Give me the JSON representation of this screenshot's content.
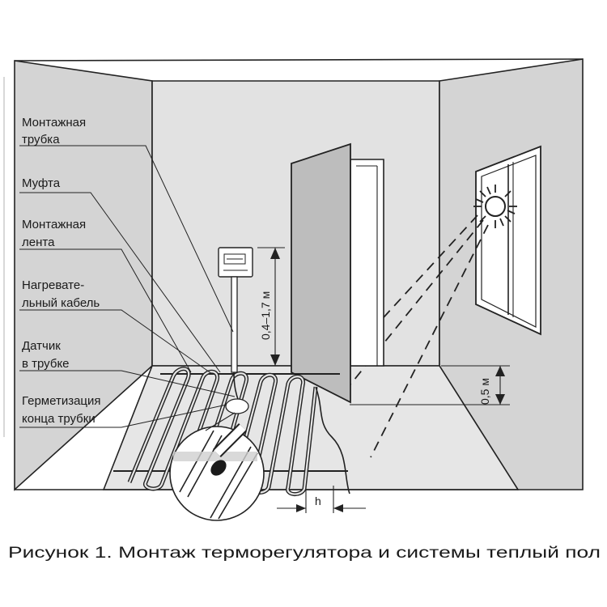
{
  "labels": {
    "mounting_tube": [
      "Монтажная",
      "трубка"
    ],
    "coupling": "Муфта",
    "mounting_tape": [
      "Монтажная",
      "лента"
    ],
    "heating_cable": [
      "Нагревате-",
      "льный кабель"
    ],
    "sensor_in_tube": [
      "Датчик",
      "в трубке"
    ],
    "tube_end_sealing": [
      "Герметизация",
      "конца трубки"
    ]
  },
  "dimensions": {
    "thermostat_height": "0,4–1,7 м",
    "window_offset": "0,5 м",
    "cable_spacing": "h"
  },
  "caption": "Рисунок 1. Монтаж терморегулятора и системы теплый пол",
  "colors": {
    "wall": "#d4d4d4",
    "back_wall": "#e2e2e2",
    "floor": "#e6e6e6",
    "door": "#bdbdbd",
    "line": "#222222"
  },
  "icons": [
    "sun-icon",
    "thermostat-device"
  ]
}
